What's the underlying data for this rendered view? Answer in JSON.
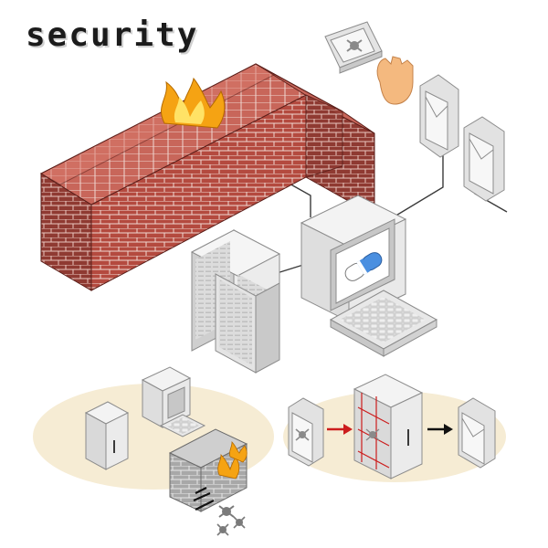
{
  "title": "security",
  "colors": {
    "brick_face": "#b44a3f",
    "brick_top": "#c8665a",
    "brick_side": "#7e2d27",
    "gray_light": "#ececec",
    "gray_mid": "#d7d7d7",
    "gray_dark": "#b8b8b8",
    "oval": "#f6ecd4",
    "fire": "#f5a313",
    "arrow_red": "#cc1d1d"
  },
  "icons": [
    "brick-firewall",
    "fire",
    "server-tower",
    "crt-computer",
    "keyboard",
    "pill-capsule",
    "document-envelope",
    "virus-skull",
    "hand-pointer",
    "red-arrow",
    "black-arrow"
  ]
}
